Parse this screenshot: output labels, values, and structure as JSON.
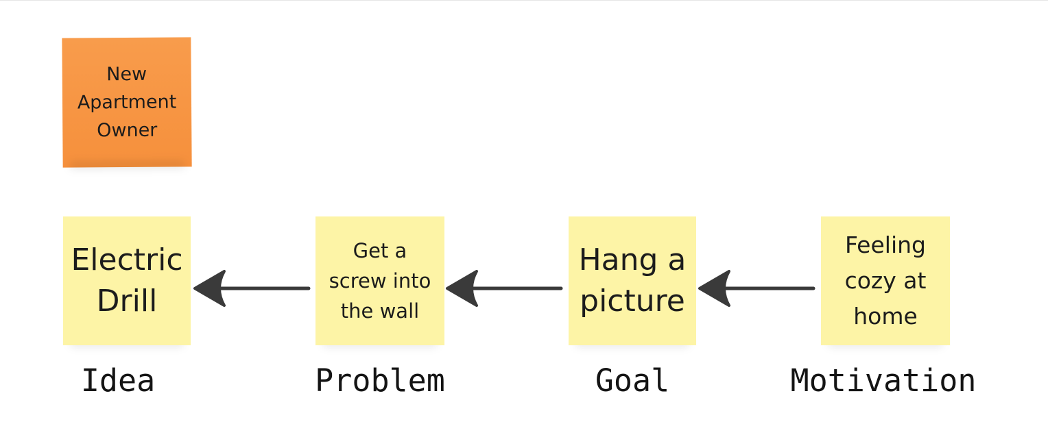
{
  "persona": {
    "text": "New\nApartment\nOwner"
  },
  "notes": {
    "idea": "Electric\nDrill",
    "problem": "Get a\nscrew into\nthe wall",
    "goal": "Hang a\npicture",
    "motivation": "Feeling\ncozy at\nhome"
  },
  "labels": {
    "idea": "Idea",
    "problem": "Problem",
    "goal": "Goal",
    "motivation": "Motivation"
  },
  "colors": {
    "persona_note": "#f6933f",
    "step_note": "#fdf4a6",
    "arrow": "#3a3a3a"
  }
}
